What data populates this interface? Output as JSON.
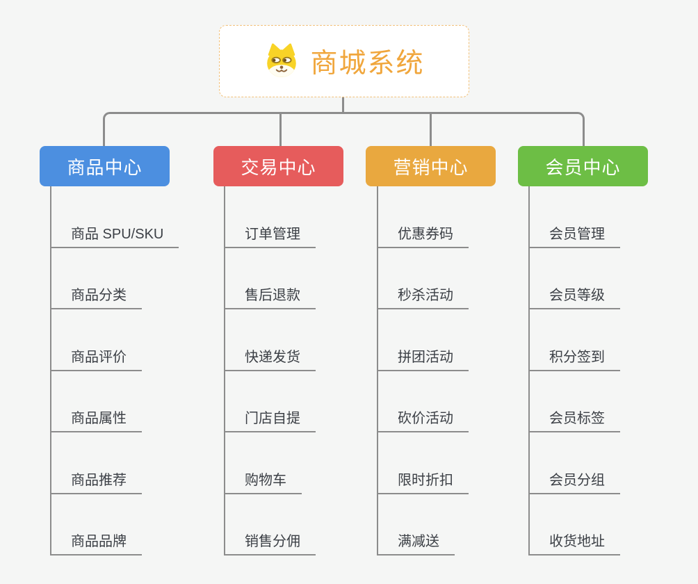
{
  "canvas": {
    "background": "#f5f6f5",
    "connector_color": "#8c8c8c"
  },
  "root": {
    "title": "商城系统",
    "icon": "dog-face-icon",
    "accent_color": "#f0a63c",
    "border_color": "#f2c078"
  },
  "branches": [
    {
      "label": "商品中心",
      "color": "#4c8fe0",
      "children": [
        "商品 SPU/SKU",
        "商品分类",
        "商品评价",
        "商品属性",
        "商品推荐",
        "商品品牌"
      ]
    },
    {
      "label": "交易中心",
      "color": "#e65c5c",
      "children": [
        "订单管理",
        "售后退款",
        "快递发货",
        "门店自提",
        "购物车",
        "销售分佣"
      ]
    },
    {
      "label": "营销中心",
      "color": "#e9a83f",
      "children": [
        "优惠券码",
        "秒杀活动",
        "拼团活动",
        "砍价活动",
        "限时折扣",
        "满减送"
      ]
    },
    {
      "label": "会员中心",
      "color": "#6dbe45",
      "children": [
        "会员管理",
        "会员等级",
        "积分签到",
        "会员标签",
        "会员分组",
        "收货地址"
      ]
    }
  ]
}
